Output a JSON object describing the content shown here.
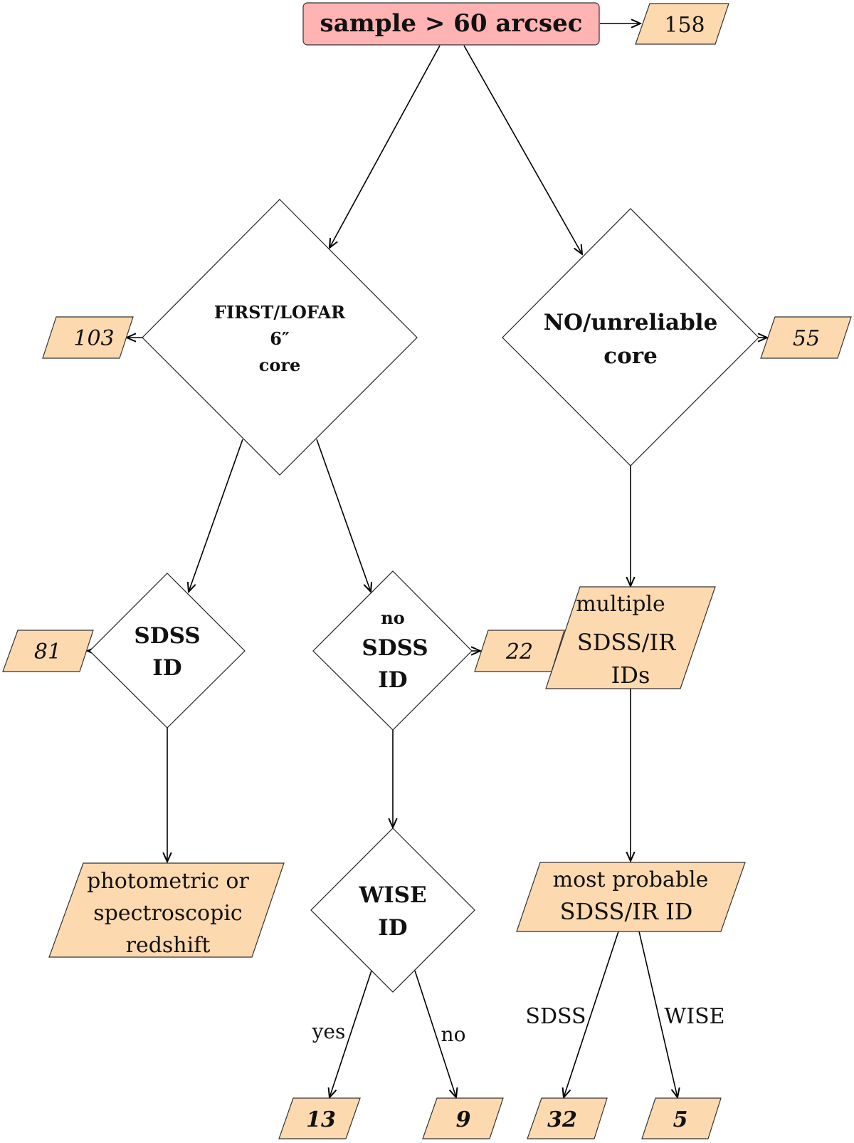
{
  "diagram": {
    "start": {
      "label": "sample > 60 arcsec",
      "count": "158"
    },
    "decision_core": {
      "lines": [
        "FIRST/LOFAR",
        "6″",
        "core"
      ],
      "count": "103"
    },
    "decision_no_core": {
      "lines": [
        "NO/unreliable",
        "core"
      ],
      "count": "55"
    },
    "decision_sdss": {
      "lines": [
        "SDSS",
        "ID"
      ],
      "count": "81"
    },
    "decision_no_sdss": {
      "lines": [
        "no",
        "SDSS",
        "ID"
      ],
      "count": "22"
    },
    "output_multiple": {
      "lines": [
        "multiple",
        "SDSS/IR",
        "IDs"
      ]
    },
    "output_redshift": {
      "lines": [
        "photometric or",
        "spectroscopic",
        "redshift"
      ]
    },
    "decision_wise": {
      "lines": [
        "WISE",
        "ID"
      ]
    },
    "output_most_probable": {
      "lines": [
        "most probable",
        "SDSS/IR ID"
      ]
    },
    "edges": {
      "yes": "yes",
      "no": "no",
      "sdss": "SDSS",
      "wise": "WISE"
    },
    "leaves": {
      "wise_yes": "13",
      "wise_no": "9",
      "sdss": "32",
      "wise": "5"
    },
    "colors": {
      "start_fill": "#ffb3b3",
      "output_fill": "#fdd9b0",
      "stroke": "#222222"
    }
  }
}
